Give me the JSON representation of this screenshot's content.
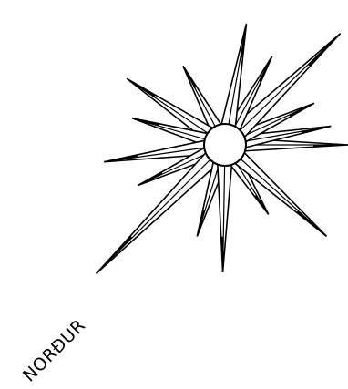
{
  "label": {
    "text": "NORÐUR"
  },
  "colors": {
    "ink": "#000000",
    "paper": "#ffffff"
  },
  "emblem": {
    "description": "compass-star",
    "ray_count": 16
  }
}
